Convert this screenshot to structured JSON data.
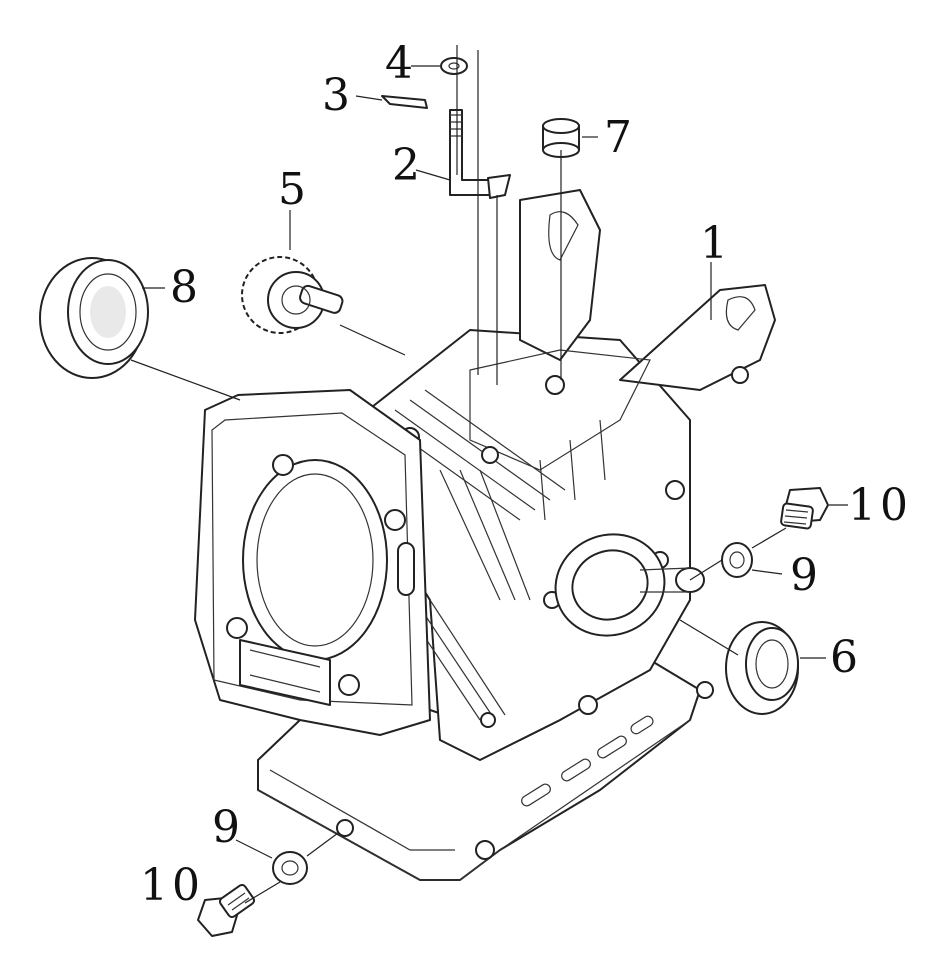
{
  "callouts": {
    "c1": "1",
    "c2": "2",
    "c3": "3",
    "c4": "4",
    "c5": "5",
    "c6": "6",
    "c7": "7",
    "c8": "8",
    "c9a": "9",
    "c9b": "9",
    "c10a": "10",
    "c10b": "10"
  }
}
